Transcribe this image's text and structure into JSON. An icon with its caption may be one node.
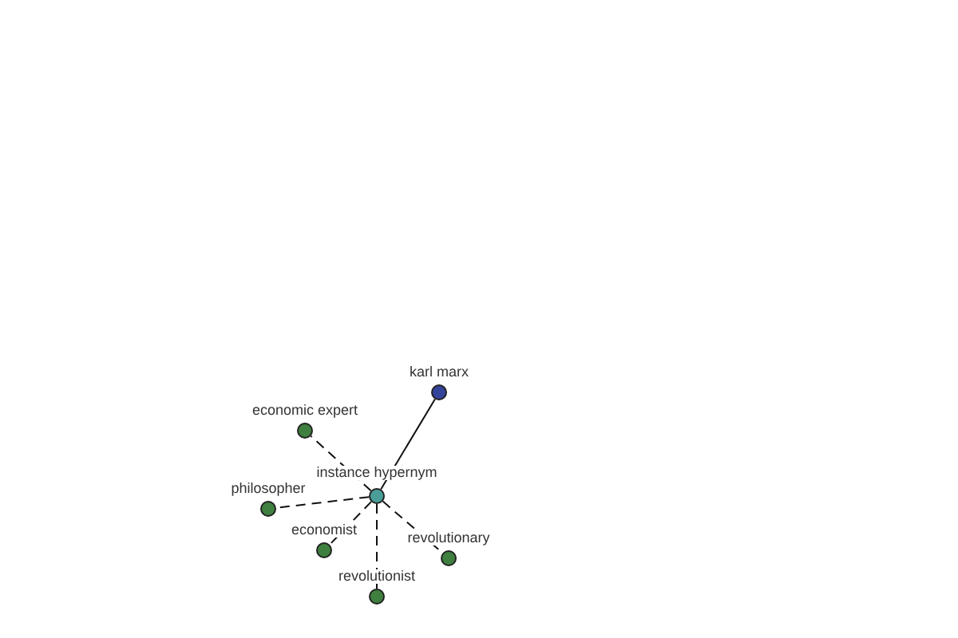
{
  "diagram": {
    "nodes": [
      {
        "text": [],
        "shape": "circle",
        "beside": [
          "karl marx"
        ]
      },
      {
        "text": [],
        "shape": "circle",
        "beside": [
          "instance hypernym"
        ]
      },
      {
        "text": [],
        "shape": "circle",
        "beside": [
          "economic expert"
        ]
      },
      {
        "text": [],
        "shape": "circle",
        "beside": [
          "philosopher"
        ]
      },
      {
        "text": [],
        "shape": "circle",
        "beside": [
          "economist"
        ]
      },
      {
        "text": [],
        "shape": "circle",
        "beside": [
          "revolutionist"
        ]
      },
      {
        "text": [],
        "shape": "circle",
        "beside": [
          "revolutionary"
        ]
      }
    ],
    "edges": [
      {
        "from": 0,
        "to": 1,
        "arrow": "none"
      },
      {
        "from": 1,
        "to": 2,
        "arrow": "none",
        "style": "dashed"
      },
      {
        "from": 1,
        "to": 3,
        "arrow": "none",
        "style": "dashed"
      },
      {
        "from": 1,
        "to": 4,
        "arrow": "none",
        "style": "dashed"
      },
      {
        "from": 1,
        "to": 5,
        "arrow": "none",
        "style": "dashed"
      },
      {
        "from": 1,
        "to": 6,
        "arrow": "none",
        "style": "dashed"
      }
    ]
  }
}
